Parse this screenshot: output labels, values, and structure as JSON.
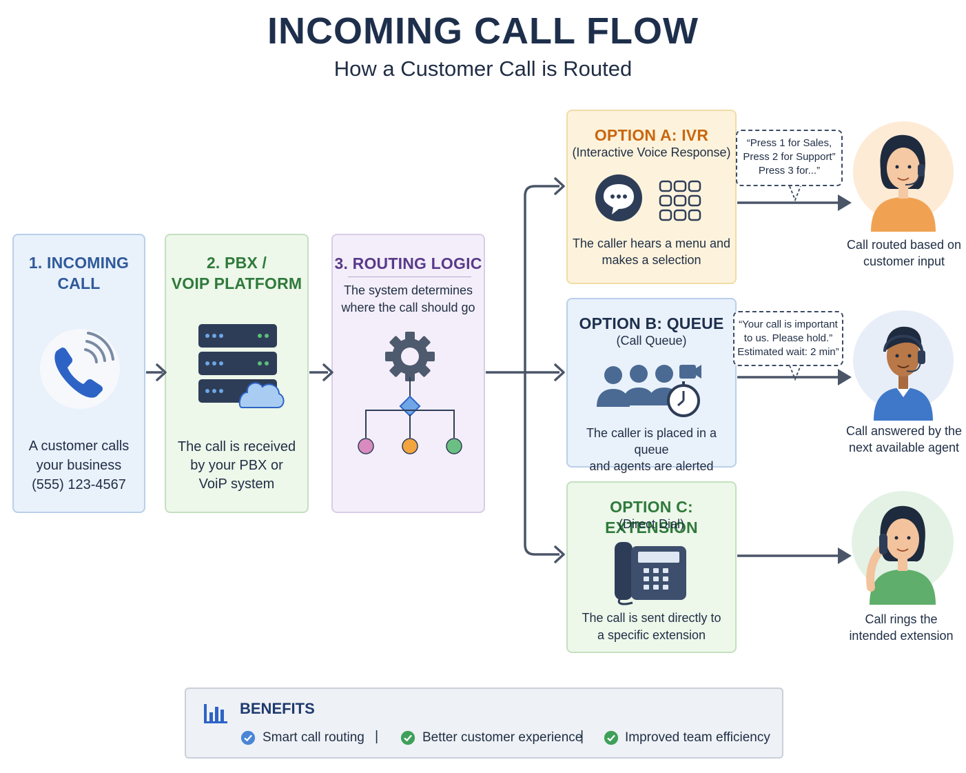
{
  "header": {
    "title": "INCOMING CALL FLOW",
    "subtitle": "How a Customer Call is Routed"
  },
  "steps": [
    {
      "title_line1": "1. INCOMING",
      "title_line2": "CALL",
      "text_lines": [
        "A customer calls",
        "your business",
        "(555) 123-4567"
      ],
      "icon": "phone-ringing-icon",
      "color": "#2f5a9a"
    },
    {
      "title_line1": "2. PBX /",
      "title_line2": "VOIP PLATFORM",
      "text_lines": [
        "The call is received",
        "by your PBX or",
        "VoiP system"
      ],
      "icon": "server-cloud-icon",
      "color": "#2f7a3b"
    },
    {
      "title_line1": "3. ROUTING LOGIC",
      "text_lines": [
        "The system determines",
        "where the call should go",
        "",
        ""
      ],
      "icon": "gear-flow-icon",
      "color": "#5a3a8a"
    }
  ],
  "options": [
    {
      "title": "OPTION A: IVR",
      "subtitle": "(Interactive Voice Response)",
      "text_lines": [
        "The caller hears a menu and",
        "makes a selection"
      ],
      "icon": "ivr-keypad-icon",
      "color": "#c9670f",
      "bubble": [
        "“Press 1 for Sales,",
        "Press 2 for Support”",
        "Press 3 for...”"
      ],
      "result": [
        "Call routed based on",
        "customer input"
      ]
    },
    {
      "title": "OPTION B: QUEUE",
      "subtitle": "(Call Queue)",
      "text_lines": [
        "The caller is placed in a queue",
        "and agents are alerted"
      ],
      "icon": "queue-people-icon",
      "color": "#1e2f4c",
      "bubble": [
        "“Your call is important",
        "to us. Please hold.”",
        "Estimated wait: 2 min”"
      ],
      "result": [
        "Call answered by the",
        "next available agent"
      ]
    },
    {
      "title": "OPTION C: EXTENSION",
      "subtitle": "(Direct Dial)",
      "text_lines": [
        "The call is sent directly to",
        "a specific extension"
      ],
      "icon": "desk-phone-icon",
      "color": "#2f7a3b",
      "result": [
        "Call rings the",
        "intended extension"
      ]
    }
  ],
  "benefits": {
    "title": "BENEFITS",
    "items": [
      "Smart call routing",
      "Better customer experience",
      "Improved team efficiency"
    ],
    "separator": "|",
    "check_colors": [
      "#4a86d6",
      "#3fa05a",
      "#3fa05a"
    ]
  }
}
